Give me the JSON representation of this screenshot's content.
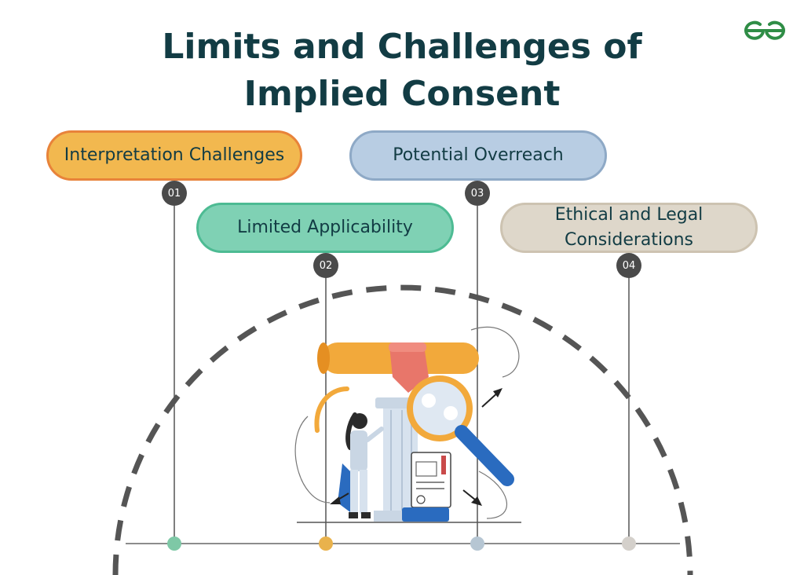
{
  "title_line1": "Limits and Challenges of",
  "title_line2": "Implied Consent",
  "logo": {
    "icon": "geeksforgeeks-logo",
    "color": "#2f8d46"
  },
  "items": [
    {
      "number": "01",
      "label": "Interpretation Challenges",
      "fill": "#f2b84f",
      "border": "#e8833a",
      "dot": "#7ec8a6"
    },
    {
      "number": "02",
      "label": "Limited Applicability",
      "fill": "#7fd1b4",
      "border": "#4dbb93",
      "dot": "#e9b24c"
    },
    {
      "number": "03",
      "label": "Potential Overreach",
      "fill": "#b8cde3",
      "border": "#8ea9c6",
      "dot": "#b6c6d3"
    },
    {
      "number": "04",
      "label_line1": "Ethical and Legal",
      "label_line2": "Considerations",
      "fill": "#ded7ca",
      "border": "#cdc3b1",
      "dot": "#d4d0cb"
    }
  ]
}
